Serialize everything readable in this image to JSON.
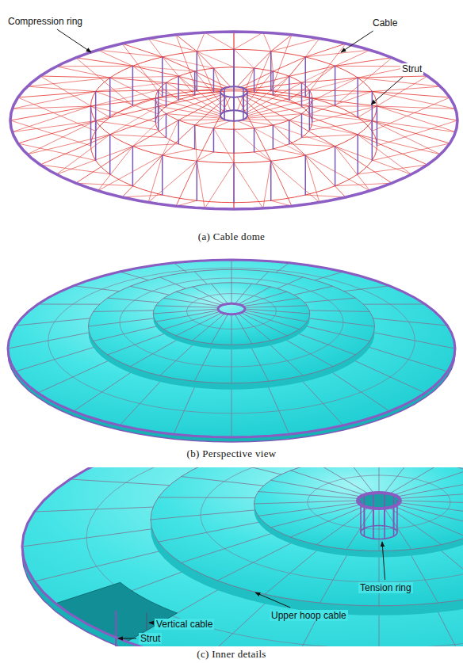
{
  "diagram": {
    "labels": [
      "Compression ring",
      "Cable",
      "Strut",
      "(a) Cable dome",
      "(b) Perspective view",
      "Tension ring",
      "Upper hoop cable",
      "Vertical cable",
      "Strut",
      "(c) Inner details"
    ]
  }
}
